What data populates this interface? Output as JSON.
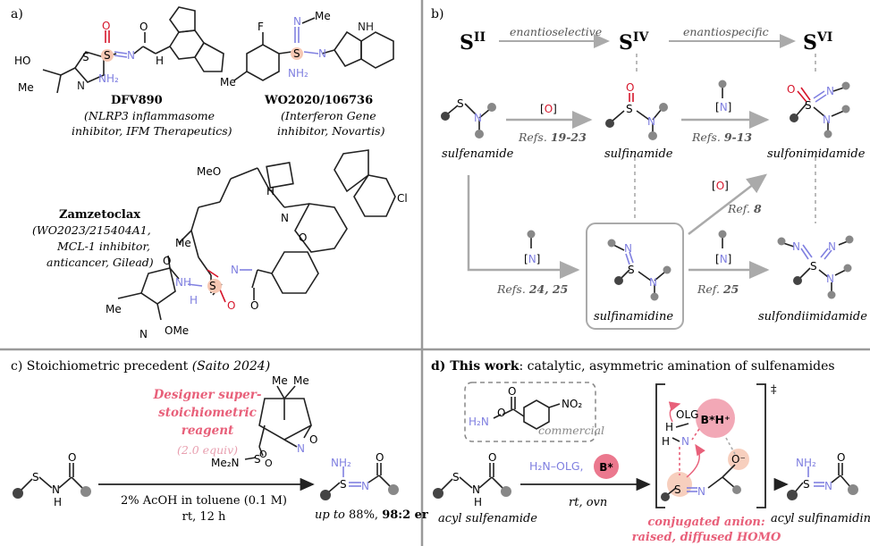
{
  "panels": {
    "a": {
      "label": "a)",
      "compounds": [
        {
          "name": "DFV890",
          "desc": [
            "(NLRP3 inflammasome",
            "inhibitor, IFM Therapeutics)"
          ]
        },
        {
          "name": "WO2020/106736",
          "desc": [
            "(Interferon Gene",
            "inhibitor, Novartis)"
          ]
        },
        {
          "name": "Zamzetoclax",
          "desc": [
            "(WO2023/215404A1,",
            "MCL-1 inhibitor,",
            "anticancer, Gilead)"
          ]
        }
      ],
      "atoms": {
        "ho": "HO",
        "me": "Me",
        "s": "S",
        "n": "N",
        "o": "O",
        "nh2": "NH₂",
        "h": "H",
        "nh": "NH",
        "f": "F",
        "cl": "Cl",
        "meo": "MeO",
        "ome": "OMe"
      }
    },
    "b": {
      "label": "b)",
      "oxidation_states": [
        "S",
        "S",
        "S"
      ],
      "superscripts": [
        "II",
        "IV",
        "VI"
      ],
      "top_arrows": [
        "enantioselective",
        "enantiospecific"
      ],
      "species": [
        "sulfenamide",
        "sulfinamide",
        "sulfonimidamide",
        "sulfinamidine",
        "sulfondiimidamide"
      ],
      "reagent_ox": "[O]",
      "reagent_n": "[N]",
      "refs": [
        {
          "prefix": "Refs. ",
          "bold": "19-23"
        },
        {
          "prefix": "Refs. ",
          "bold": "9-13"
        },
        {
          "prefix": "Ref. ",
          "bold": "8"
        },
        {
          "prefix": "Refs. ",
          "bold": "24, 25"
        },
        {
          "prefix": "Ref. ",
          "bold": "25"
        }
      ]
    },
    "c": {
      "title": "c) Stoichiometric precedent",
      "citation": "(Saito 2024)",
      "reagent_lines": [
        "Designer super-",
        "stoichiometric",
        "reagent"
      ],
      "equiv": "(2.0 equiv)",
      "conditions": [
        "2% AcOH in toluene (0.1 M)",
        "rt, 12 h"
      ],
      "result_prefix": "up to",
      "result_yield": " 88%, ",
      "result_er": "98:2 er",
      "atoms": {
        "me": "Me",
        "me2n": "Me₂N",
        "s": "S",
        "o": "O",
        "n": "N",
        "h": "H",
        "nh2": "NH₂"
      }
    },
    "d": {
      "title_bold": "d) This work",
      "title_rest": ": catalytic, asymmetric amination of sulfenamides",
      "commercial": "commercial",
      "no2": "NO₂",
      "h2n": "H₂N",
      "reagent": "H₂N–OLG,",
      "catalyst": "B*",
      "catalyst_h": "B*H⁺",
      "conditions": "rt, ovn",
      "dagger": "‡",
      "olg": "OLG",
      "start": "acyl sulfenamide",
      "product": "acyl sulfinamidine",
      "highlight": [
        "conjugated anion:",
        "raised, diffused HOMO"
      ],
      "atoms": {
        "s": "S",
        "n": "N",
        "o": "O",
        "h": "H",
        "nh2": "NH₂",
        "ominus": "O⁻"
      }
    }
  },
  "colors": {
    "red": "#d6162b",
    "blue": "#8080e0",
    "pink": "#e8607a",
    "gray": "#aaaaaa",
    "dark": "#333333"
  }
}
